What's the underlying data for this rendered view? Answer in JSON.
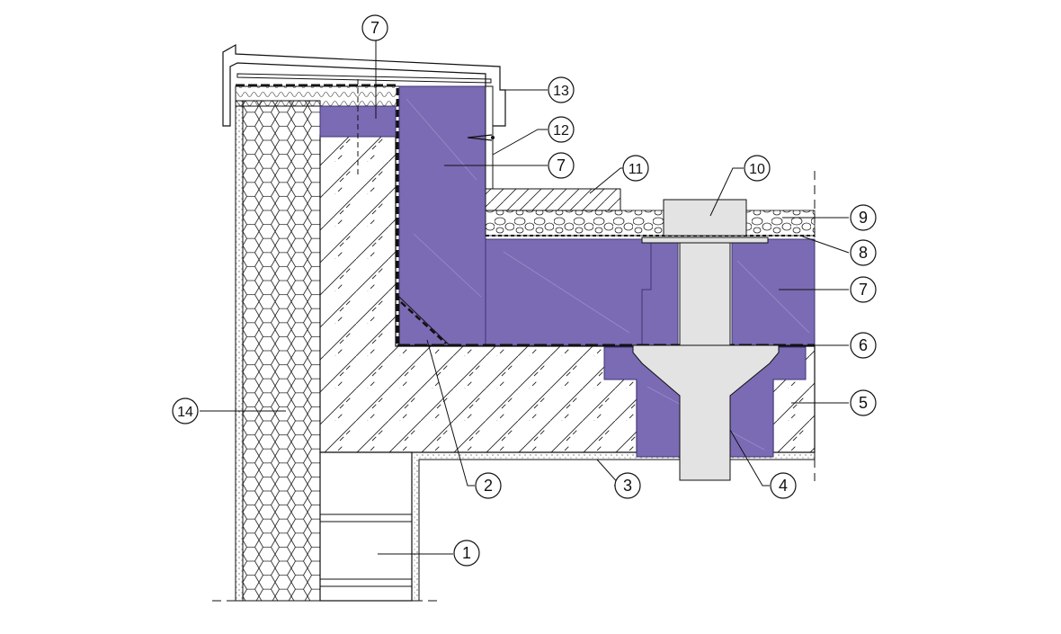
{
  "diagram": {
    "type": "construction-detail-section",
    "colors": {
      "insulation": "#7b6bb4",
      "insulation_edge": "#3d3470",
      "concrete_hatch": "#222222",
      "drain": "#e3e3e3",
      "line": "#111111",
      "background": "#ffffff"
    },
    "callouts": [
      {
        "id": "c1",
        "label": "1"
      },
      {
        "id": "c2",
        "label": "2"
      },
      {
        "id": "c3",
        "label": "3"
      },
      {
        "id": "c4",
        "label": "4"
      },
      {
        "id": "c5",
        "label": "5"
      },
      {
        "id": "c6",
        "label": "6"
      },
      {
        "id": "c7a",
        "label": "7"
      },
      {
        "id": "c7b",
        "label": "7"
      },
      {
        "id": "c7c",
        "label": "7"
      },
      {
        "id": "c8",
        "label": "8"
      },
      {
        "id": "c9",
        "label": "9"
      },
      {
        "id": "c10",
        "label": "10"
      },
      {
        "id": "c11",
        "label": "11"
      },
      {
        "id": "c12",
        "label": "12"
      },
      {
        "id": "c13",
        "label": "13"
      },
      {
        "id": "c14",
        "label": "14"
      }
    ]
  }
}
